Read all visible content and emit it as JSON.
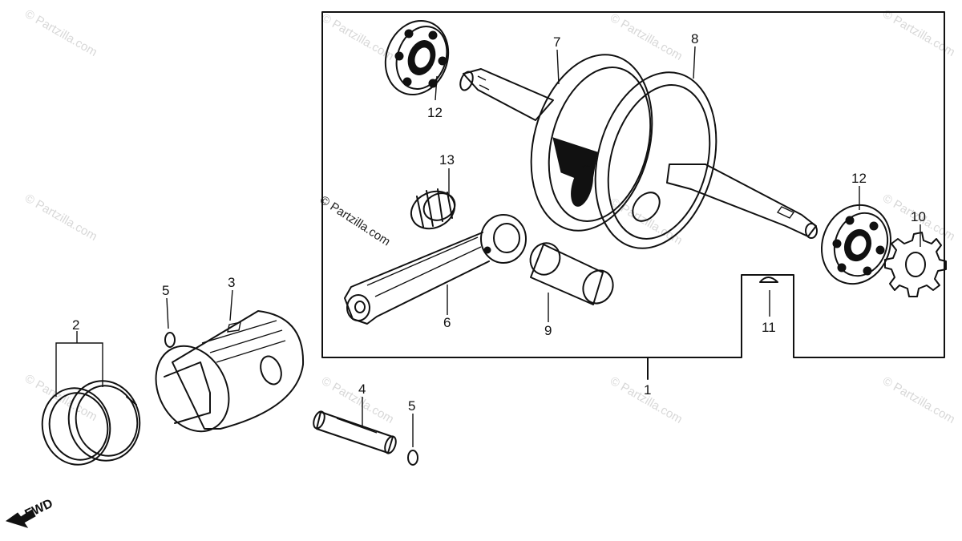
{
  "callouts": {
    "c1": "1",
    "c2": "2",
    "c3": "3",
    "c4": "4",
    "c5a": "5",
    "c5b": "5",
    "c6": "6",
    "c7": "7",
    "c8": "8",
    "c9": "9",
    "c10": "10",
    "c11": "11",
    "c12a": "12",
    "c12b": "12",
    "c13": "13"
  },
  "watermark": {
    "text": "© Partzilla.com",
    "center_text": "© Partzilla.com"
  },
  "direction_label": "FWD",
  "colors": {
    "ink": "#111111",
    "watermark": "#d8d8d8",
    "background": "#ffffff"
  }
}
